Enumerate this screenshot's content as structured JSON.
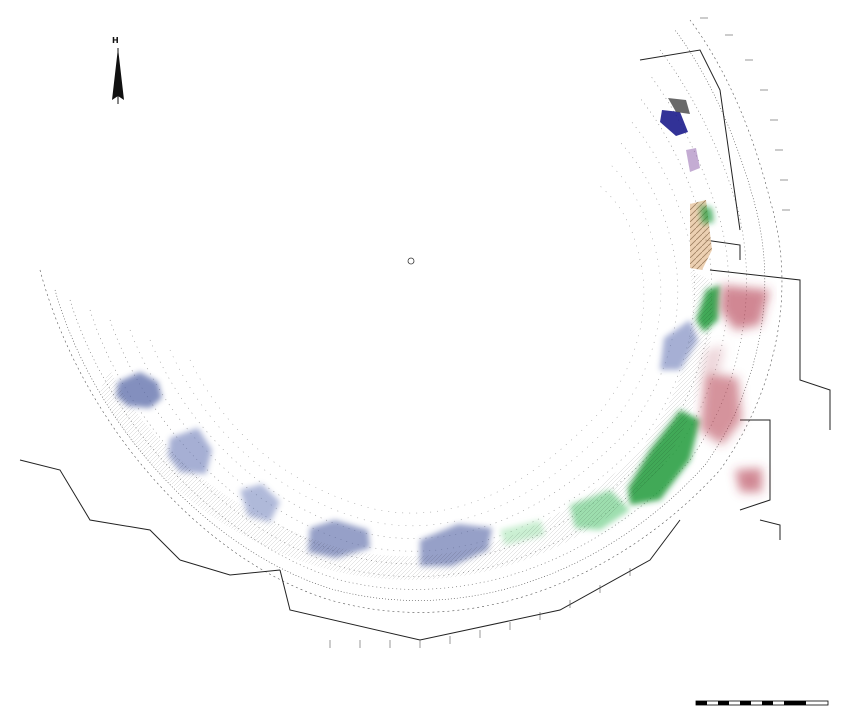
{
  "map": {
    "north_arrow_label": "H",
    "overlay_colors": {
      "blue": "#5a6aa8",
      "green": "#1e9a3a",
      "red": "#b2384c",
      "purple": "#8a5aa8",
      "tan": "#c89a6a",
      "dark_gray": "#444444",
      "navy": "#1c1c8c"
    },
    "scale_bar": {
      "segments": 6,
      "style": "alternating black and white"
    },
    "icons": {
      "north_arrow": "north-arrow-icon",
      "scale_bar": "scale-bar-icon"
    }
  }
}
